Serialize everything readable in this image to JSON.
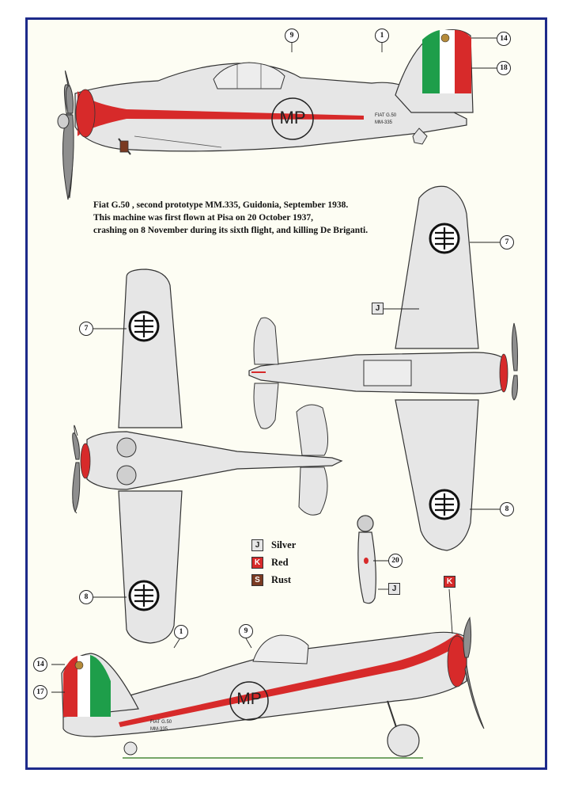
{
  "caption": {
    "line1": "Fiat G.50 , second prototype MM.335, Guidonia, September 1938.",
    "line2": "This machine was first flown at Pisa on 20 October 1937,",
    "line3": "crashing on 8 November during its sixth flight, and killing De Briganti."
  },
  "markings": {
    "fuselage_code": "MP",
    "tail_type": "FIAT G.50",
    "serial": "MM-335"
  },
  "legend": [
    {
      "code": "J",
      "label": "Silver",
      "color": "#e6e6e6",
      "text_color": "#222222"
    },
    {
      "code": "K",
      "label": "Red",
      "color": "#d72a2a",
      "text_color": "#ffffff"
    },
    {
      "code": "S",
      "label": "Rust",
      "color": "#7a3a22",
      "text_color": "#ffffff"
    }
  ],
  "callouts": {
    "c9_top": "9",
    "c1_top": "1",
    "c14_top": "14",
    "c18": "18",
    "c7_right": "7",
    "c7_left": "7",
    "c8_right": "8",
    "c8_left": "8",
    "c20": "20",
    "c1_bottom": "1",
    "c9_bottom": "9",
    "c14_bottom": "14",
    "c17": "17"
  },
  "tags": {
    "upper_wing": "J",
    "propeller": "J",
    "nose_ring": "K"
  },
  "colors": {
    "border": "#1d2a8a",
    "silver": "#e6e6e6",
    "red": "#d72a2a",
    "italian_green": "#1e9e4a",
    "italian_white": "#ffffff",
    "outline": "#333333"
  }
}
